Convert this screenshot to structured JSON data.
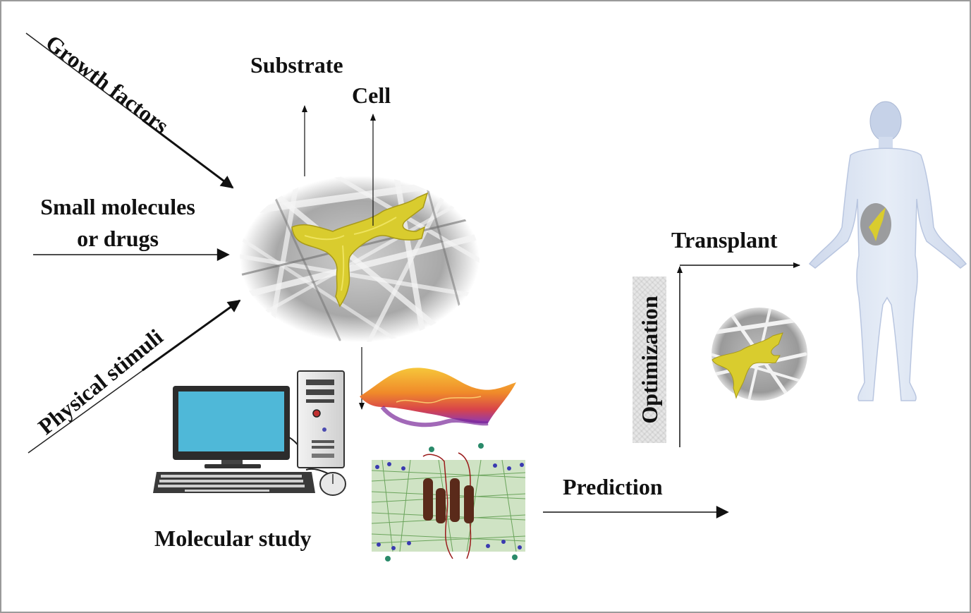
{
  "labels": {
    "growth_factors": "Growth factors",
    "small_molecules_line1": "Small molecules",
    "small_molecules_line2": "or drugs",
    "physical_stimuli": "Physical stimuli",
    "substrate": "Substrate",
    "cell": "Cell",
    "molecular_study": "Molecular study",
    "prediction": "Prediction",
    "optimization": "Optimization",
    "transplant": "Transplant"
  },
  "colors": {
    "cell_yellow": "#d9cc2e",
    "scaffold_gray": "#9a9a9a",
    "monitor_screen": "#4fb8d8",
    "body_blue": "#dbe4f2",
    "membrane_green": "#5a9a4a",
    "protein_brown": "#5a2a1a",
    "surface_orange": "#f08a2a",
    "surface_purple": "#9a3ab0"
  },
  "icons": {
    "computer": "desktop-computer-icon",
    "human": "human-body-silhouette",
    "scaffold": "fiber-scaffold-with-cell",
    "energy_surface": "energy-landscape-surface",
    "membrane_protein": "membrane-protein-simulation"
  }
}
